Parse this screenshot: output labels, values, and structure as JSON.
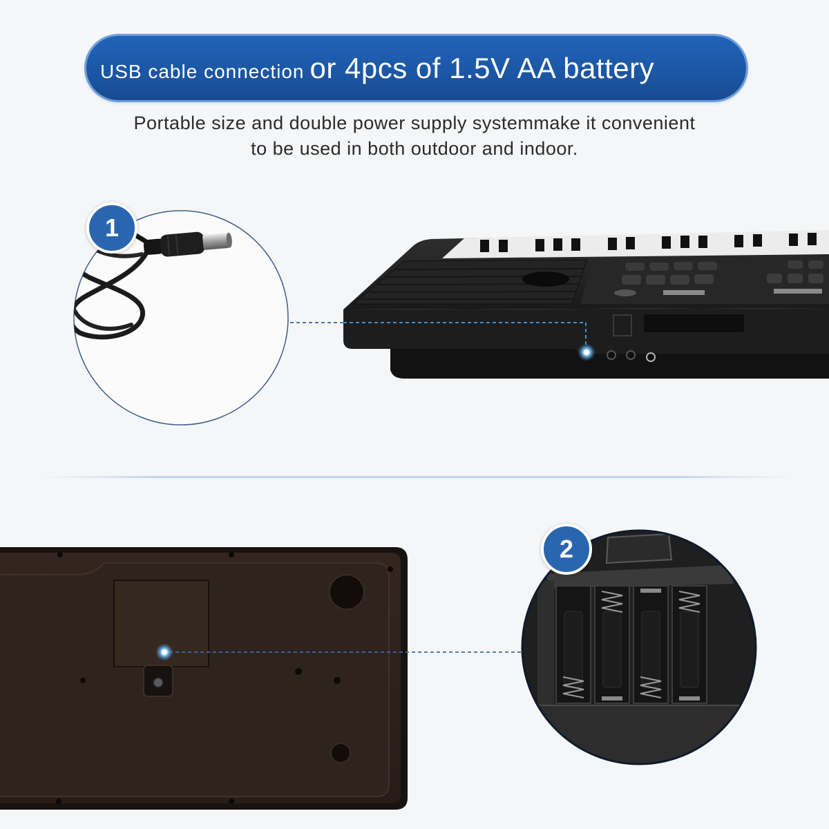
{
  "banner": {
    "part1": "USB cable connection",
    "part2": "or 4pcs of 1.5V AA battery"
  },
  "subtitle": {
    "line1": "Portable size and double power supply systemmake it convenient",
    "line2": "to be used in both outdoor and indoor."
  },
  "steps": [
    {
      "number": "1",
      "icon": "dc-power-cable-icon"
    },
    {
      "number": "2",
      "icon": "battery-compartment-icon"
    }
  ],
  "colors": {
    "background": "#f5f6f7",
    "banner_blue": "#1c57a6",
    "badge_blue": "#2a66b0",
    "text": "#2b2b2b",
    "highlight_blue": "#4aa0e6"
  }
}
